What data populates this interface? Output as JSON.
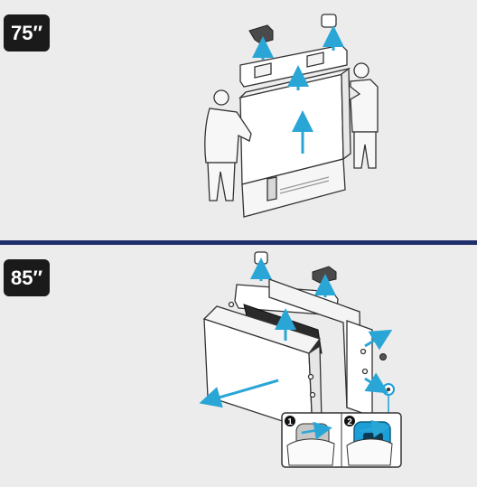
{
  "sections": [
    {
      "size_label": "75″"
    },
    {
      "size_label": "85″"
    }
  ],
  "steps": [
    "➊",
    "➋"
  ],
  "colors": {
    "arrow": "#2aa6d6",
    "divider": "#1f2f6b",
    "badge": "#1a1a1a",
    "clip_accent": "#1c9fd6"
  }
}
